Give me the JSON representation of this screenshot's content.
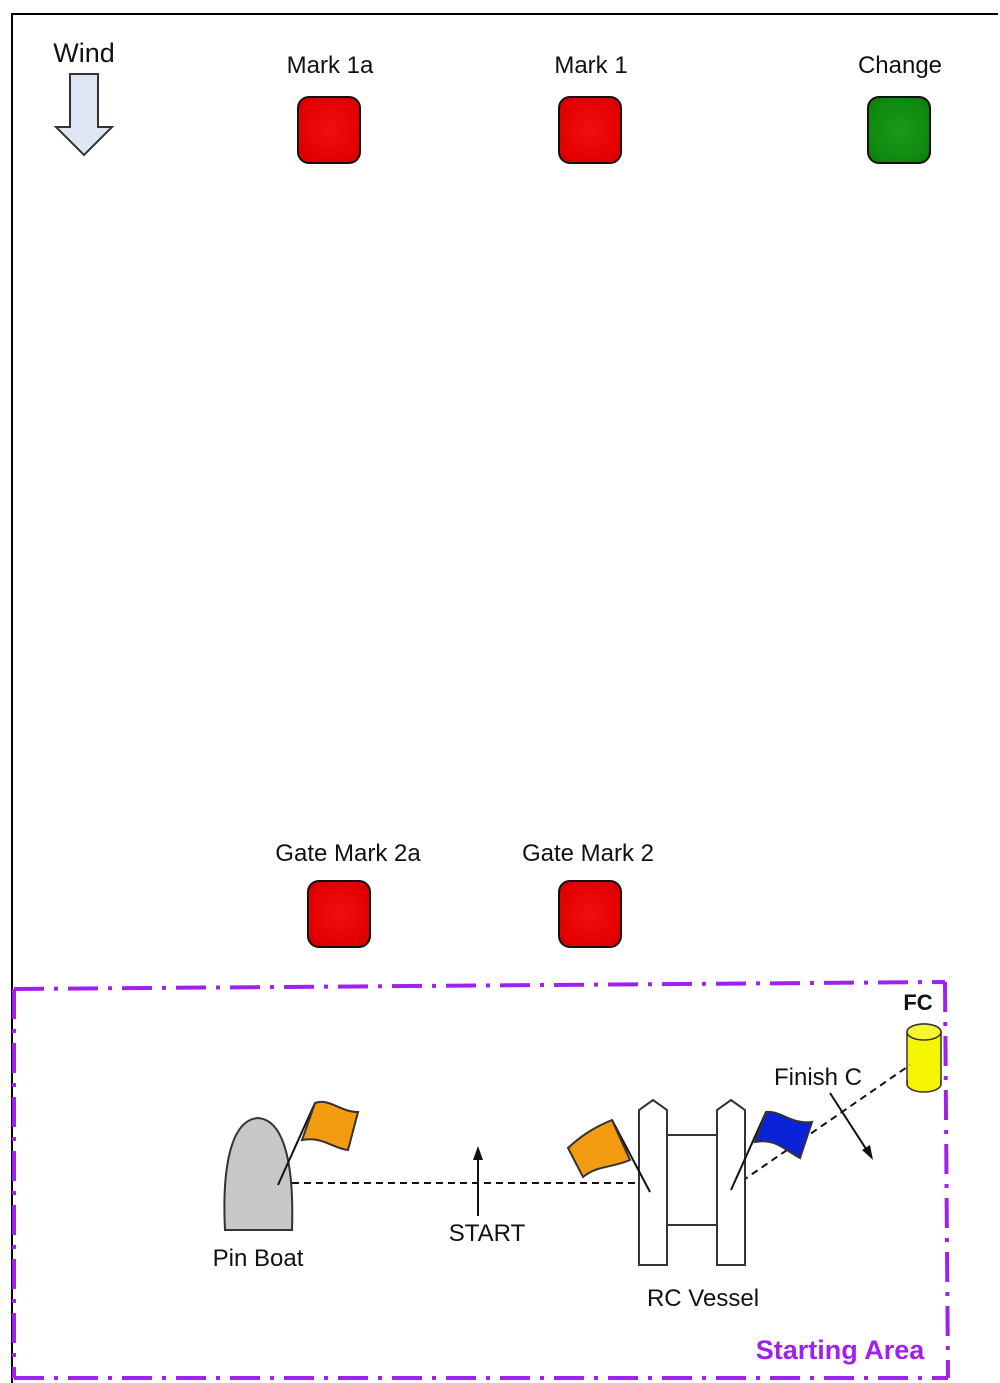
{
  "wind": {
    "label": "Wind"
  },
  "marks": [
    {
      "id": "mark-1a",
      "label": "Mark 1a",
      "color": "#e60000"
    },
    {
      "id": "mark-1",
      "label": "Mark 1",
      "color": "#e60000"
    },
    {
      "id": "change",
      "label": "Change",
      "color": "#0f8a10"
    },
    {
      "id": "gate-mark-2a",
      "label": "Gate Mark 2a",
      "color": "#e60000"
    },
    {
      "id": "gate-mark-2",
      "label": "Gate Mark 2",
      "color": "#e60000"
    }
  ],
  "starting_area": {
    "label": "Starting Area",
    "border_color": "#a020f0",
    "fc_label": "FC",
    "finish_label": "Finish C",
    "start_label": "START",
    "pin_boat_label": "Pin Boat",
    "rc_vessel_label": "RC Vessel"
  },
  "colors": {
    "orange_flag": "#f39c12",
    "blue_flag": "#0a22d8",
    "yellow_buoy": "#f5f500",
    "pin_boat": "#c8c8c8"
  }
}
